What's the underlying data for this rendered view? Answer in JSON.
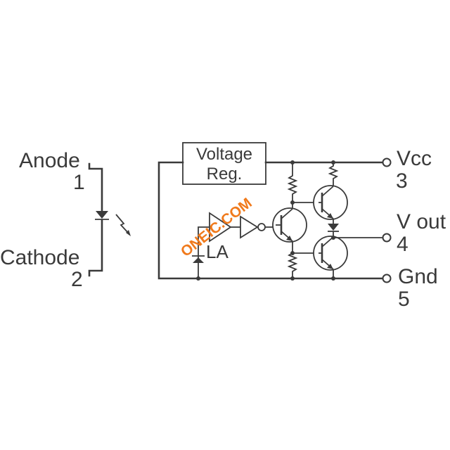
{
  "pins": {
    "anode": {
      "name": "Anode",
      "number": "1"
    },
    "cathode": {
      "name": "Cathode",
      "number": "2"
    },
    "vcc": {
      "name": "Vcc",
      "number": "3"
    },
    "vout": {
      "name": "V out",
      "number": "4"
    },
    "gnd": {
      "name": "Gnd",
      "number": "5"
    }
  },
  "regulator": {
    "line1": "Voltage",
    "line2": "Reg."
  },
  "amp_label": "LA",
  "watermark": "ONEIC.COM",
  "colors": {
    "line": "#3a3a3a",
    "watermark": "#f07a1c"
  }
}
